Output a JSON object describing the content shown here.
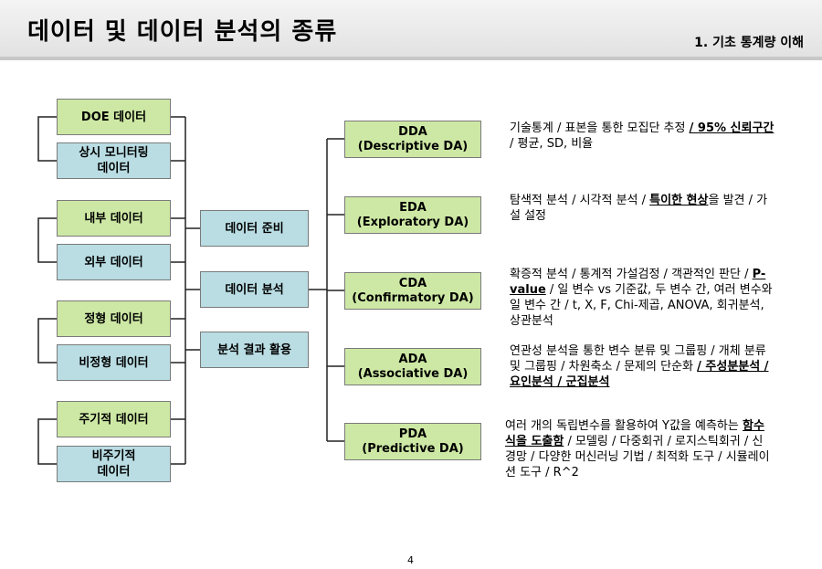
{
  "header": {
    "title": "데이터 및 데이터 분석의 종류",
    "subtitle": "1. 기초 통계량 이해"
  },
  "sources": [
    {
      "label": "DOE 데이터"
    },
    {
      "label": "상시 모니터링\n데이터"
    },
    {
      "label": "내부 데이터"
    },
    {
      "label": "외부 데이터"
    },
    {
      "label": "정형 데이터"
    },
    {
      "label": "비정형 데이터"
    },
    {
      "label": "주기적 데이터"
    },
    {
      "label": "비주기적\n데이터"
    }
  ],
  "process": [
    {
      "label": "데이터 준비"
    },
    {
      "label": "데이터 분석"
    },
    {
      "label": "분석 결과 활용"
    }
  ],
  "analyses": [
    {
      "label": "DDA\n(Descriptive DA)",
      "desc": [
        {
          "t": "기술통계 / 표본을 통한 모집단 추정 "
        },
        {
          "t": "/ 95% 신뢰구간",
          "u": true
        },
        {
          "t": " / 평균, SD, 비율"
        }
      ]
    },
    {
      "label": "EDA\n(Exploratory DA)",
      "desc": [
        {
          "t": "탐색적 분석 / 시각적 분석 / "
        },
        {
          "t": "특이한 현상",
          "u": true
        },
        {
          "t": "을 발견 / 가설 설정"
        }
      ]
    },
    {
      "label": "CDA\n(Confirmatory DA)",
      "desc": [
        {
          "t": "확증적 분석 / 통계적 가설검정 / 객관적인 판단 / "
        },
        {
          "t": "P-value",
          "u": true
        },
        {
          "t": " / 일 변수 vs 기준값, 두 변수 간, 여러 변수와 일 변수 간 / t, X, F, Chi-제곱, ANOVA, 회귀분석, 상관분석"
        }
      ]
    },
    {
      "label": "ADA\n(Associative DA)",
      "desc": [
        {
          "t": "연관성 분석을 통한 변수 분류 및 그룹핑 / 개체 분류 및 그룹핑 / 차원축소 / 문제의 단순화 "
        },
        {
          "t": "/ 주성분분석 / 요인분석 / 군집분석",
          "u": true
        }
      ]
    },
    {
      "label": "PDA\n(Predictive DA)",
      "desc": [
        {
          "t": "여러 개의 독립변수를 활용하여 Y값을 예측하는 "
        },
        {
          "t": "함수식을 도출함",
          "u": true
        },
        {
          "t": " / 모델링 / 다중회귀 / 로지스틱회귀 / 신경망 / 다양한 머신러닝 기법 / 최적화 도구 / 시뮬레이션 도구 / R^2"
        }
      ]
    }
  ],
  "page_number": "4"
}
